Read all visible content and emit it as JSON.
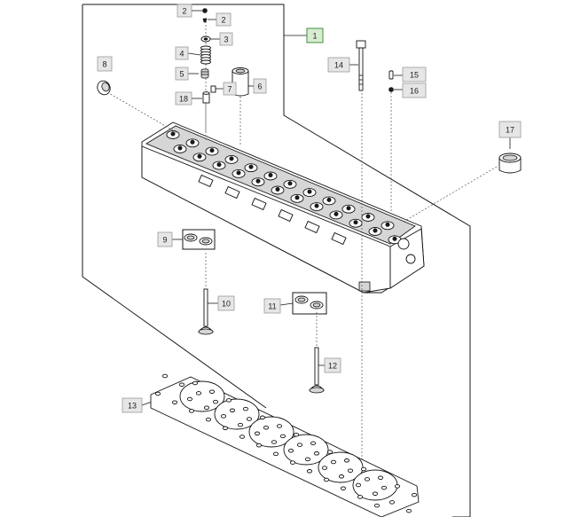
{
  "callouts": [
    {
      "id": "c1",
      "label": "1",
      "highlight": true
    },
    {
      "id": "c2a",
      "label": "2"
    },
    {
      "id": "c2b",
      "label": "2"
    },
    {
      "id": "c3",
      "label": "3"
    },
    {
      "id": "c4",
      "label": "4"
    },
    {
      "id": "c5",
      "label": "5"
    },
    {
      "id": "c6",
      "label": "6"
    },
    {
      "id": "c7",
      "label": "7"
    },
    {
      "id": "c8",
      "label": "8"
    },
    {
      "id": "c9",
      "label": "9"
    },
    {
      "id": "c10",
      "label": "10"
    },
    {
      "id": "c11",
      "label": "11"
    },
    {
      "id": "c12",
      "label": "12"
    },
    {
      "id": "c13",
      "label": "13"
    },
    {
      "id": "c14",
      "label": "14"
    },
    {
      "id": "c15",
      "label": "15"
    },
    {
      "id": "c16",
      "label": "16"
    },
    {
      "id": "c17",
      "label": "17"
    },
    {
      "id": "c18",
      "label": "18"
    }
  ],
  "colors": {
    "callout_fill": "#e6e6e6",
    "callout_border": "#9a9a9a",
    "highlight_fill": "#d8ecd2",
    "highlight_border": "#3f8f3a",
    "line": "#1a1a1a"
  }
}
